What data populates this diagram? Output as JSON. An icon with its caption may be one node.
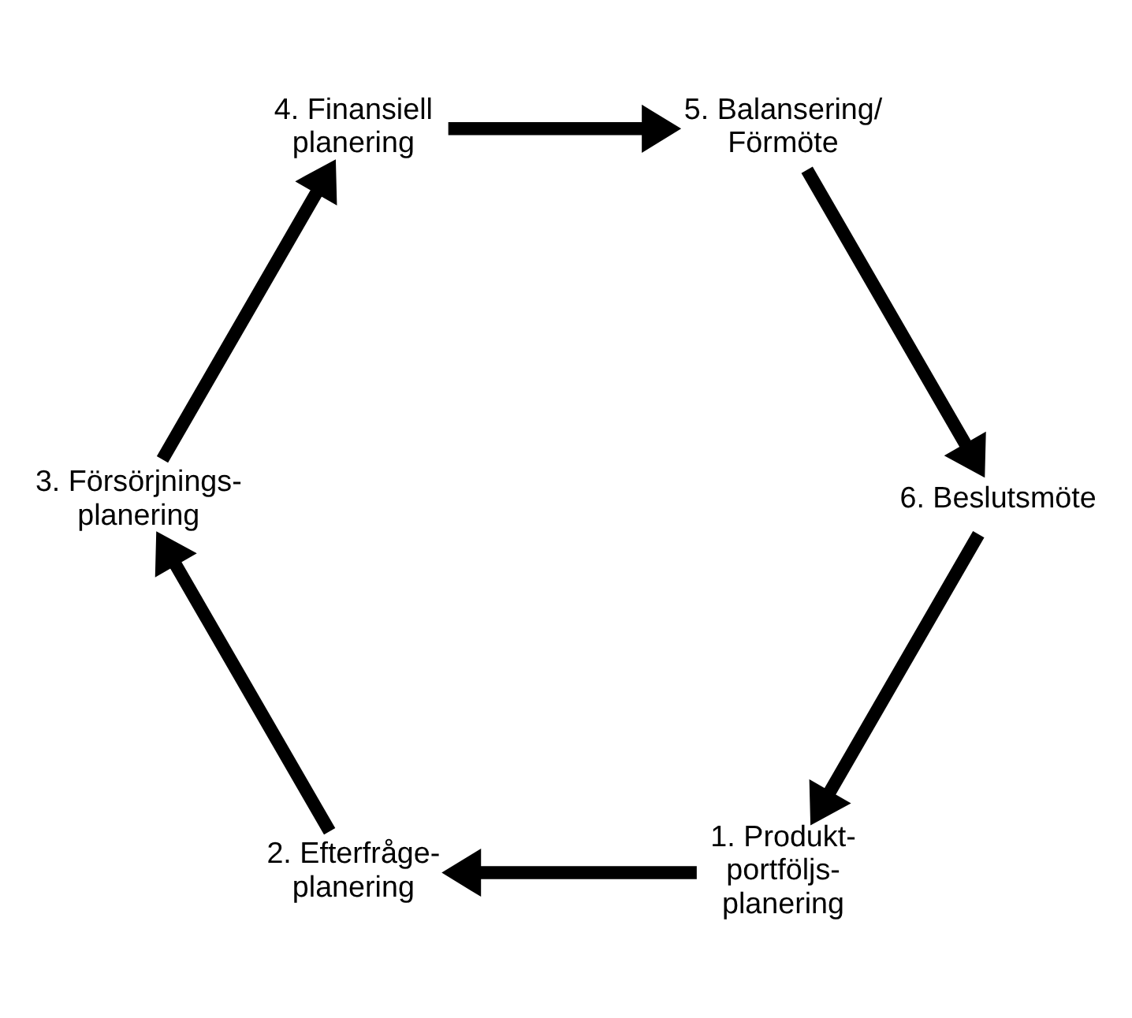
{
  "diagram": {
    "nodes": [
      {
        "text": [
          "1. Produkt- portföljs- planering"
        ]
      },
      {
        "text": [
          "2. Efterfråge- planering"
        ]
      },
      {
        "text": [
          "3. Försörjnings- planering"
        ]
      },
      {
        "text": [
          "4. Finansiell planering"
        ]
      },
      {
        "text": [
          "5. Balansering/ Förmöte"
        ]
      },
      {
        "text": [
          "6. Beslutsmöte"
        ]
      }
    ],
    "edges": [
      {
        "from": 5,
        "to": 0,
        "arrow": "to"
      },
      {
        "from": 0,
        "to": 1,
        "arrow": "to"
      },
      {
        "from": 1,
        "to": 2,
        "arrow": "to"
      },
      {
        "from": 2,
        "to": 3,
        "arrow": "to"
      },
      {
        "from": 3,
        "to": 4,
        "arrow": "to"
      },
      {
        "from": 4,
        "to": 5,
        "arrow": "to"
      }
    ]
  }
}
